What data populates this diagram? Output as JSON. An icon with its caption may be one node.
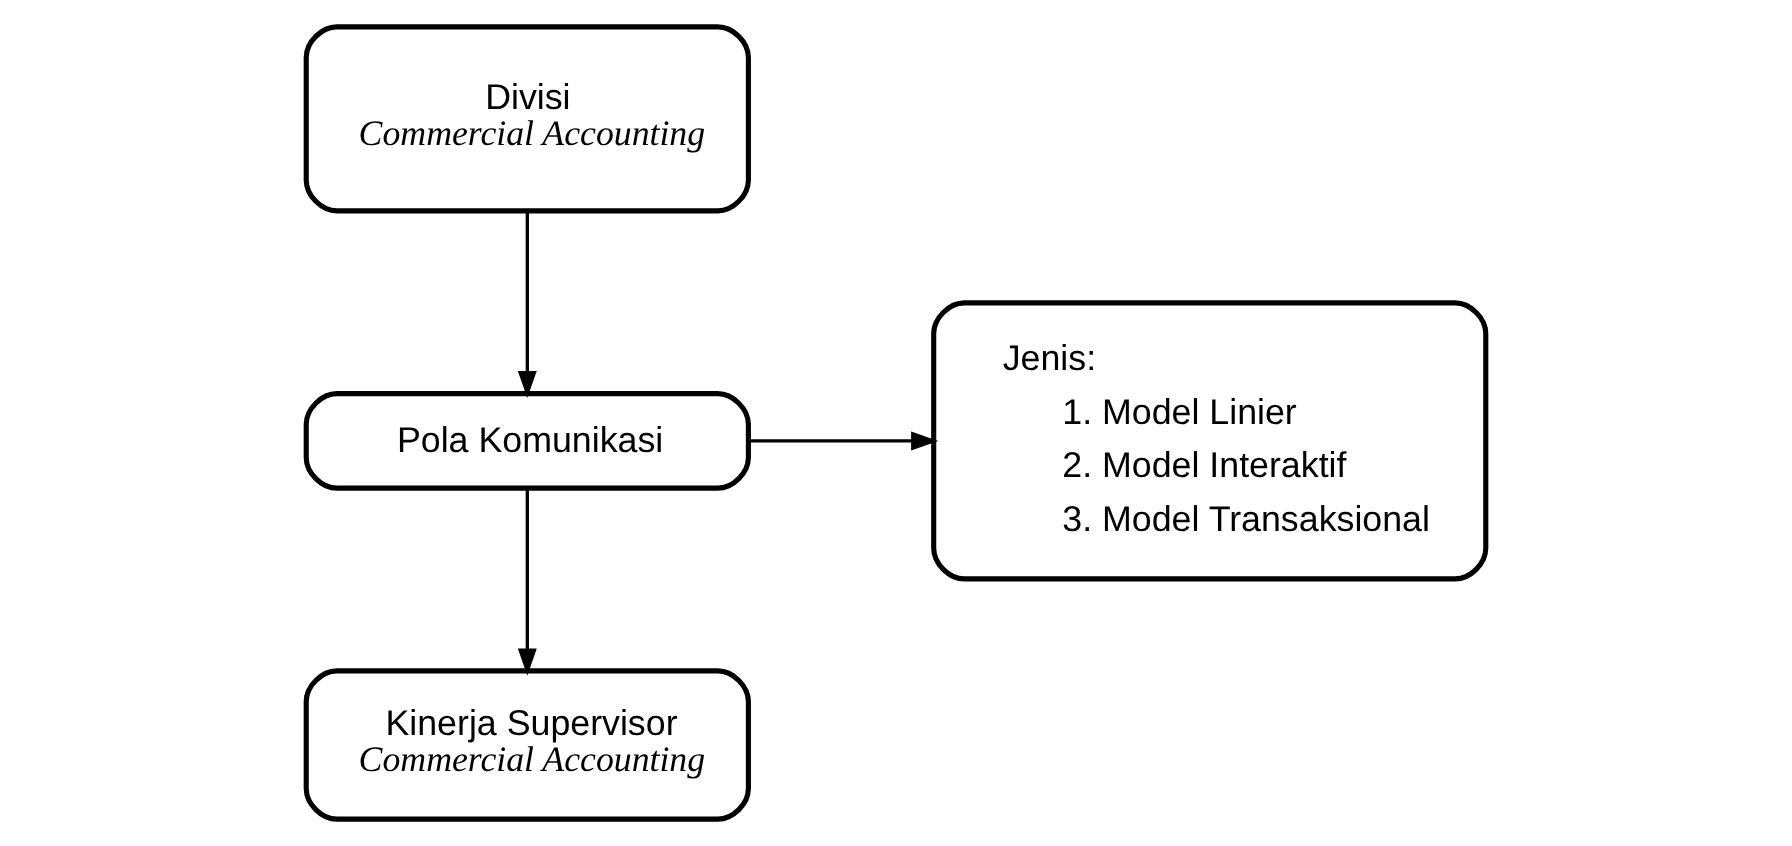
{
  "diagram": {
    "nodes": [
      {
        "text": [
          "Divisi *Commercial Accounting*"
        ]
      },
      {
        "text": [
          "Pola Komunikasi"
        ]
      },
      {
        "text": [
          "Kinerja Supervisor *Commercial Accounting*"
        ]
      },
      {
        "text": [
          "Jenis:",
          "1. Model Linier",
          "2. Model Interaktif",
          "3. Model Transaksional"
        ]
      }
    ],
    "edges": [
      {
        "from": 0,
        "to": 1,
        "arrow": "to"
      },
      {
        "from": 1,
        "to": 2,
        "arrow": "to"
      },
      {
        "from": 1,
        "to": 3,
        "arrow": "to"
      }
    ]
  }
}
